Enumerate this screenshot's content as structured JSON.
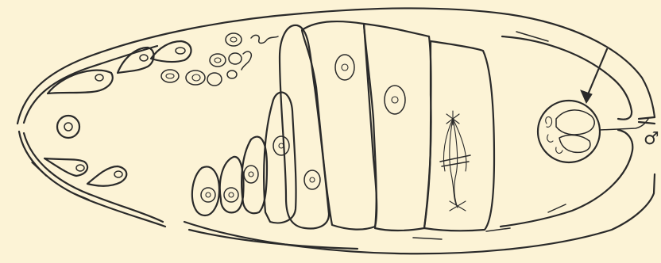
{
  "figure": {
    "type": "line-drawing",
    "subject": "ovariole",
    "background_color": "#fcf3d6",
    "ink_color": "#2a2a2a"
  },
  "label_symbol": "♂",
  "arrow": {
    "points_to": "nucleus"
  }
}
